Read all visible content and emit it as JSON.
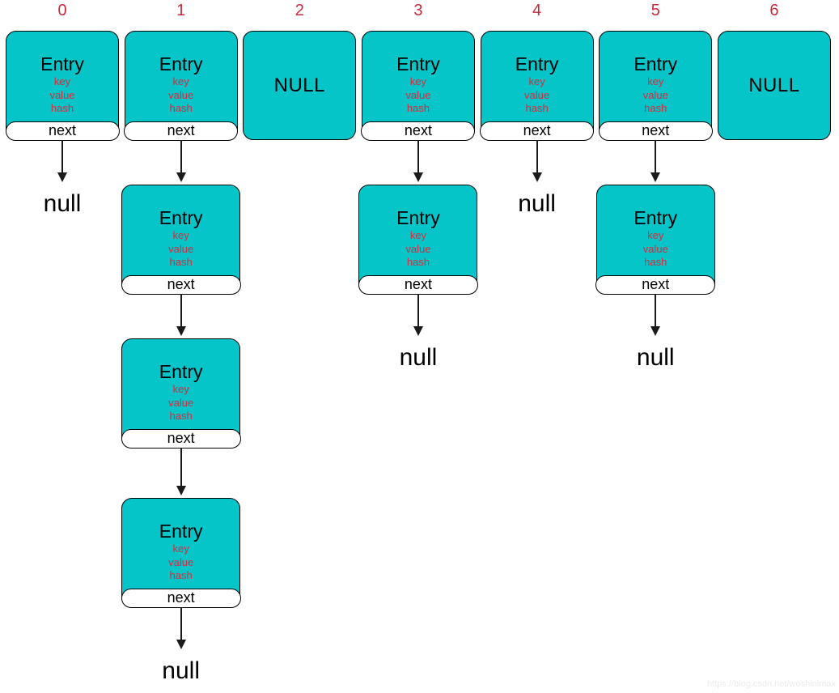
{
  "page": {
    "background": "#ffffff",
    "watermark": {
      "text": "https://blog.csdn.net/woshinimax"
    }
  },
  "diagram": {
    "type": "hashmap-bucket-array-with-entry-chains",
    "labels": {
      "entry_title": "Entry",
      "entry_fields": [
        "key",
        "value",
        "hash"
      ],
      "next_label": "next",
      "null_bucket_label": "NULL",
      "chain_end_label": "null"
    },
    "colors": {
      "node_fill": "#06c5c9",
      "node_border": "#000000",
      "field_text": "#d02e3e",
      "index_text": "#c62b3c",
      "arrow": "#1b1b1b"
    },
    "buckets": [
      {
        "index": "0",
        "kind": "entry",
        "chained_entries": 0
      },
      {
        "index": "1",
        "kind": "entry",
        "chained_entries": 3
      },
      {
        "index": "2",
        "kind": "null",
        "chained_entries": 0
      },
      {
        "index": "3",
        "kind": "entry",
        "chained_entries": 1
      },
      {
        "index": "4",
        "kind": "entry",
        "chained_entries": 0
      },
      {
        "index": "5",
        "kind": "entry",
        "chained_entries": 1
      },
      {
        "index": "6",
        "kind": "null",
        "chained_entries": 0
      }
    ]
  }
}
